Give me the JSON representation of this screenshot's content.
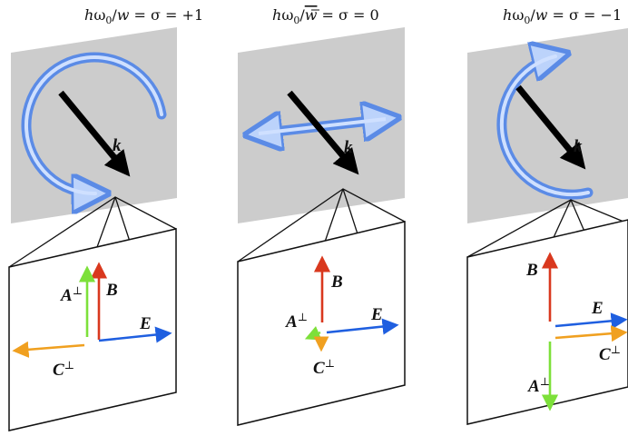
{
  "panels": [
    {
      "title": {
        "prefix": "h",
        "w": "w",
        "equals": " = σ = ",
        "value": "+1",
        "w_bar": false
      },
      "polarization": "left-circular",
      "labels": {
        "k": "k",
        "B": "B",
        "E": "E",
        "A": "A",
        "C": "C",
        "perp": "⊥"
      }
    },
    {
      "title": {
        "prefix": "h",
        "w": "w",
        "equals": " = σ = ",
        "value": "0",
        "w_bar": true
      },
      "polarization": "linear",
      "labels": {
        "k": "k",
        "B": "B",
        "E": "E",
        "A": "A",
        "C": "C",
        "perp": "⊥"
      }
    },
    {
      "title": {
        "prefix": "h",
        "w": "w",
        "equals": " = σ = ",
        "value": "−1",
        "w_bar": false
      },
      "polarization": "right-circular",
      "labels": {
        "k": "k",
        "B": "B",
        "E": "E",
        "A": "A",
        "C": "C",
        "perp": "⊥"
      }
    }
  ],
  "omega": "ω",
  "omega_sub": "0",
  "slash": "/",
  "colors": {
    "plane": "#cccccc",
    "wave_arrow": "#6e9ef0",
    "wave_arrow_light": "#cfe0ff",
    "k_arrow": "#000000",
    "B": "#d9381e",
    "E": "#1f5fe0",
    "A_perp": "#7de03a",
    "C_perp": "#f0a020"
  }
}
